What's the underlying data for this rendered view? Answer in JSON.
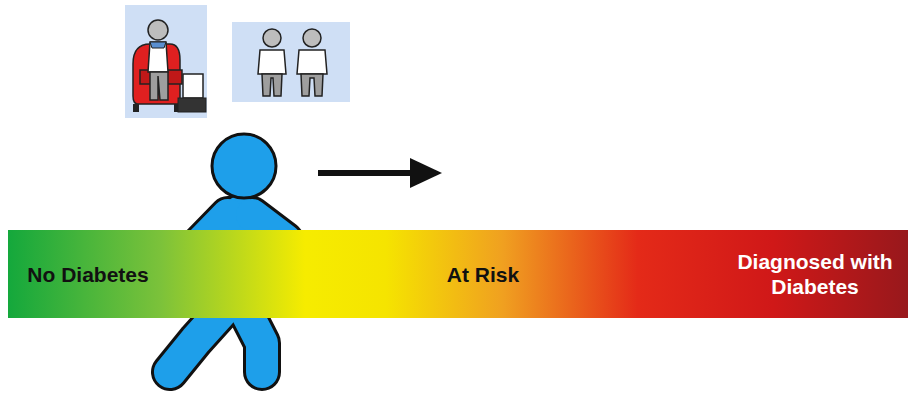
{
  "diagram": {
    "nodes": [
      {
        "text": [
          "No Diabetes",
          "At Risk",
          "Diagnosed with Diabetes"
        ]
      }
    ]
  }
}
